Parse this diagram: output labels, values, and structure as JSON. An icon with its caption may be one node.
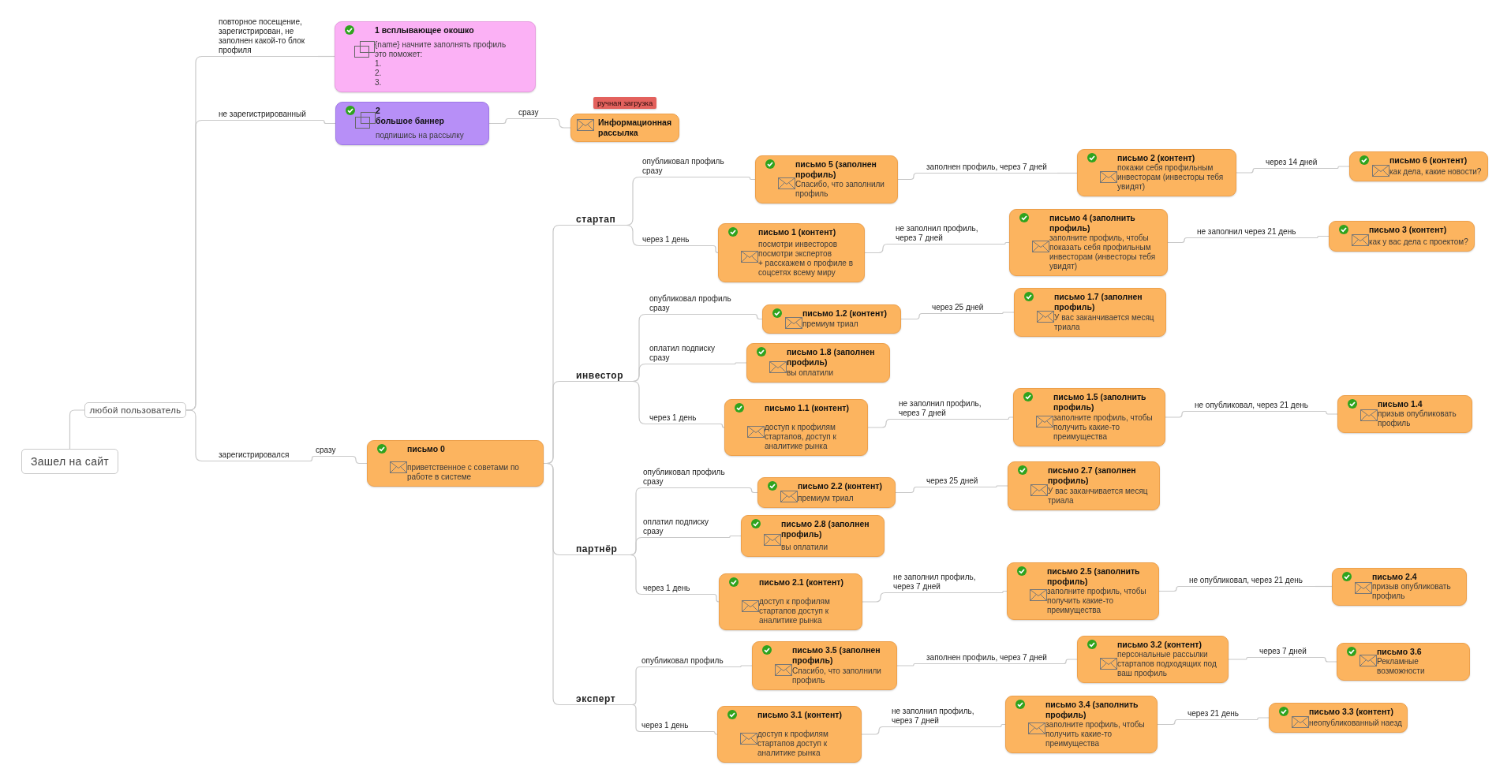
{
  "diagram": {
    "nodes": [
      {
        "text": [
          "Зашел на сайт"
        ]
      },
      {
        "text": [
          "любой пользователь"
        ]
      },
      {
        "text": [
          "повторное посещение, зарегистрирован, не заполнен какой-то блок профиля"
        ]
      },
      {
        "text": [
          "1 всплывающее окошко",
          "{name} начните заполнять профиль",
          "это поможет:",
          "1.",
          "2.",
          "3."
        ]
      },
      {
        "text": [
          "не зарегистрированный"
        ]
      },
      {
        "text": [
          "2",
          "большое баннер",
          "подпишись на рассылку"
        ]
      },
      {
        "text": [
          "сразу"
        ]
      },
      {
        "text": [
          "Информационная рассылка"
        ],
        "beside": [
          "ручная загрузка"
        ]
      },
      {
        "text": [
          "зарегистрировался"
        ]
      },
      {
        "text": [
          "сразу"
        ]
      },
      {
        "text": [
          "письмо 0",
          "приветственное с советами по работе в системе"
        ]
      },
      {
        "text": [
          "стартап"
        ]
      },
      {
        "text": [
          "опубликовал профиль сразу"
        ]
      },
      {
        "text": [
          "письмо 5 (заполнен профиль)",
          "Спасибо, что заполнили профиль"
        ]
      },
      {
        "text": [
          "заполнен профиль, через 7 дней"
        ]
      },
      {
        "text": [
          "письмо 2 (контент)",
          "покажи себя профильным инвесторам (инвесторы тебя увидят)"
        ]
      },
      {
        "text": [
          "через 14 дней"
        ]
      },
      {
        "text": [
          "письмо 6 (контент)",
          "как дела, какие новости?"
        ]
      },
      {
        "text": [
          "через 1 день"
        ]
      },
      {
        "text": [
          "письмо 1 (контент)",
          "посмотри инвесторов",
          "посмотри экспертов",
          "+ расскажем о профиле в соцсетях всему миру"
        ]
      },
      {
        "text": [
          "не заполнил профиль, через 7 дней"
        ]
      },
      {
        "text": [
          "письмо 4 (заполнить профиль)",
          "заполните профиль, чтобы показать себя профильным инвесторам (инвесторы тебя увидят)"
        ]
      },
      {
        "text": [
          "не заполнил через 21 день"
        ]
      },
      {
        "text": [
          "письмо 3 (контент)",
          "как у вас дела с проектом?"
        ]
      },
      {
        "text": [
          "инвестор"
        ]
      },
      {
        "text": [
          "опубликовал профиль сразу"
        ]
      },
      {
        "text": [
          "письмо 1.2 (контент)",
          "премиум триал"
        ]
      },
      {
        "text": [
          "через 25 дней"
        ]
      },
      {
        "text": [
          "письмо 1.7 (заполнен профиль)",
          "У вас заканчивается месяц триала"
        ]
      },
      {
        "text": [
          "оплатил подписку сразу"
        ]
      },
      {
        "text": [
          "письмо 1.8 (заполнен профиль)",
          "вы оплатили"
        ]
      },
      {
        "text": [
          "через 1 день"
        ]
      },
      {
        "text": [
          "письмо 1.1 (контент)",
          "доступ к профилям стартапов, доступ к аналитике рынка"
        ]
      },
      {
        "text": [
          "не заполнил профиль, через 7 дней"
        ]
      },
      {
        "text": [
          "письмо 1.5 (заполнить профиль)",
          "заполните профиль, чтобы получить какие-то преимущества"
        ]
      },
      {
        "text": [
          "не опубликовал, через 21 день"
        ]
      },
      {
        "text": [
          "письмо 1.4",
          "призыв опубликовать профиль"
        ]
      },
      {
        "text": [
          "партнёр"
        ]
      },
      {
        "text": [
          "опубликовал профиль сразу"
        ]
      },
      {
        "text": [
          "письмо 2.2 (контент)",
          "премиум триал"
        ]
      },
      {
        "text": [
          "через 25 дней"
        ]
      },
      {
        "text": [
          "письмо 2.7 (заполнен профиль)",
          "У вас заканчивается месяц триала"
        ]
      },
      {
        "text": [
          "оплатил подписку сразу"
        ]
      },
      {
        "text": [
          "письмо 2.8 (заполнен профиль)",
          "вы оплатили"
        ]
      },
      {
        "text": [
          "через 1 день"
        ]
      },
      {
        "text": [
          "письмо 2.1 (контент)",
          "доступ к профилям стартапов доступ к аналитике рынка"
        ]
      },
      {
        "text": [
          "не заполнил профиль, через 7 дней"
        ]
      },
      {
        "text": [
          "письмо 2.5 (заполнить профиль)",
          "заполните профиль, чтобы получить какие-то преимущества"
        ]
      },
      {
        "text": [
          "не опубликовал, через 21 день"
        ]
      },
      {
        "text": [
          "письмо 2.4",
          "призыв опубликовать профиль"
        ]
      },
      {
        "text": [
          "эксперт"
        ]
      },
      {
        "text": [
          "опубликовал профиль"
        ]
      },
      {
        "text": [
          "письмо 3.5 (заполнен профиль)",
          "Спасибо, что заполнили профиль"
        ]
      },
      {
        "text": [
          "заполнен профиль, через 7 дней"
        ]
      },
      {
        "text": [
          "письмо 3.2 (контент)",
          "персональные рассылки стартапов подходящих под ваш профиль"
        ]
      },
      {
        "text": [
          "через 7 дней"
        ]
      },
      {
        "text": [
          "письмо 3.6",
          "Рекламные возможности"
        ]
      },
      {
        "text": [
          "через 1 день"
        ]
      },
      {
        "text": [
          "письмо 3.1 (контент)",
          "доступ к профилям стартапов доступ к аналитике рынка"
        ]
      },
      {
        "text": [
          "не заполнил профиль, через 7 дней"
        ]
      },
      {
        "text": [
          "письмо 3.4 (заполнить профиль)",
          "заполните профиль, чтобы получить какие-то преимущества"
        ]
      },
      {
        "text": [
          "через 21 день"
        ]
      },
      {
        "text": [
          "письмо 3.3 (контент)",
          "неопубликованный наезд"
        ]
      }
    ],
    "edges": [
      {
        "from": 0,
        "to": 1,
        "arrow": "none"
      },
      {
        "from": 1,
        "to": 2,
        "arrow": "none"
      },
      {
        "from": 2,
        "to": 3,
        "arrow": "none"
      },
      {
        "from": 1,
        "to": 4,
        "arrow": "none"
      },
      {
        "from": 4,
        "to": 5,
        "arrow": "none"
      },
      {
        "from": 5,
        "to": 6,
        "arrow": "none"
      },
      {
        "from": 6,
        "to": 7,
        "arrow": "none"
      },
      {
        "from": 1,
        "to": 8,
        "arrow": "none"
      },
      {
        "from": 8,
        "to": 9,
        "arrow": "none"
      },
      {
        "from": 9,
        "to": 10,
        "arrow": "none"
      },
      {
        "from": 10,
        "to": 11,
        "arrow": "none"
      },
      {
        "from": 11,
        "to": 12,
        "arrow": "none"
      },
      {
        "from": 12,
        "to": 13,
        "arrow": "none"
      },
      {
        "from": 13,
        "to": 14,
        "arrow": "none"
      },
      {
        "from": 14,
        "to": 15,
        "arrow": "none"
      },
      {
        "from": 15,
        "to": 16,
        "arrow": "none"
      },
      {
        "from": 16,
        "to": 17,
        "arrow": "none"
      },
      {
        "from": 11,
        "to": 18,
        "arrow": "none"
      },
      {
        "from": 18,
        "to": 19,
        "arrow": "none"
      },
      {
        "from": 19,
        "to": 20,
        "arrow": "none"
      },
      {
        "from": 20,
        "to": 21,
        "arrow": "none"
      },
      {
        "from": 21,
        "to": 22,
        "arrow": "none"
      },
      {
        "from": 22,
        "to": 23,
        "arrow": "none"
      },
      {
        "from": 10,
        "to": 24,
        "arrow": "none"
      },
      {
        "from": 24,
        "to": 25,
        "arrow": "none"
      },
      {
        "from": 25,
        "to": 26,
        "arrow": "none"
      },
      {
        "from": 26,
        "to": 27,
        "arrow": "none"
      },
      {
        "from": 27,
        "to": 28,
        "arrow": "none"
      },
      {
        "from": 24,
        "to": 29,
        "arrow": "none"
      },
      {
        "from": 29,
        "to": 30,
        "arrow": "none"
      },
      {
        "from": 24,
        "to": 31,
        "arrow": "none"
      },
      {
        "from": 31,
        "to": 32,
        "arrow": "none"
      },
      {
        "from": 32,
        "to": 33,
        "arrow": "none"
      },
      {
        "from": 33,
        "to": 34,
        "arrow": "none"
      },
      {
        "from": 34,
        "to": 35,
        "arrow": "none"
      },
      {
        "from": 35,
        "to": 36,
        "arrow": "none"
      },
      {
        "from": 10,
        "to": 37,
        "arrow": "none"
      },
      {
        "from": 37,
        "to": 38,
        "arrow": "none"
      },
      {
        "from": 38,
        "to": 39,
        "arrow": "none"
      },
      {
        "from": 39,
        "to": 40,
        "arrow": "none"
      },
      {
        "from": 40,
        "to": 41,
        "arrow": "none"
      },
      {
        "from": 37,
        "to": 42,
        "arrow": "none"
      },
      {
        "from": 42,
        "to": 43,
        "arrow": "none"
      },
      {
        "from": 37,
        "to": 44,
        "arrow": "none"
      },
      {
        "from": 44,
        "to": 45,
        "arrow": "none"
      },
      {
        "from": 45,
        "to": 46,
        "arrow": "none"
      },
      {
        "from": 46,
        "to": 47,
        "arrow": "none"
      },
      {
        "from": 47,
        "to": 48,
        "arrow": "none"
      },
      {
        "from": 48,
        "to": 49,
        "arrow": "none"
      },
      {
        "from": 10,
        "to": 50,
        "arrow": "none"
      },
      {
        "from": 50,
        "to": 51,
        "arrow": "none"
      },
      {
        "from": 51,
        "to": 52,
        "arrow": "none"
      },
      {
        "from": 52,
        "to": 53,
        "arrow": "none"
      },
      {
        "from": 53,
        "to": 54,
        "arrow": "none"
      },
      {
        "from": 54,
        "to": 55,
        "arrow": "none"
      },
      {
        "from": 55,
        "to": 56,
        "arrow": "none"
      },
      {
        "from": 50,
        "to": 57,
        "arrow": "none"
      },
      {
        "from": 57,
        "to": 58,
        "arrow": "none"
      },
      {
        "from": 58,
        "to": 59,
        "arrow": "none"
      },
      {
        "from": 59,
        "to": 60,
        "arrow": "none"
      },
      {
        "from": 60,
        "to": 61,
        "arrow": "none"
      },
      {
        "from": 61,
        "to": 62,
        "arrow": "none"
      }
    ]
  }
}
